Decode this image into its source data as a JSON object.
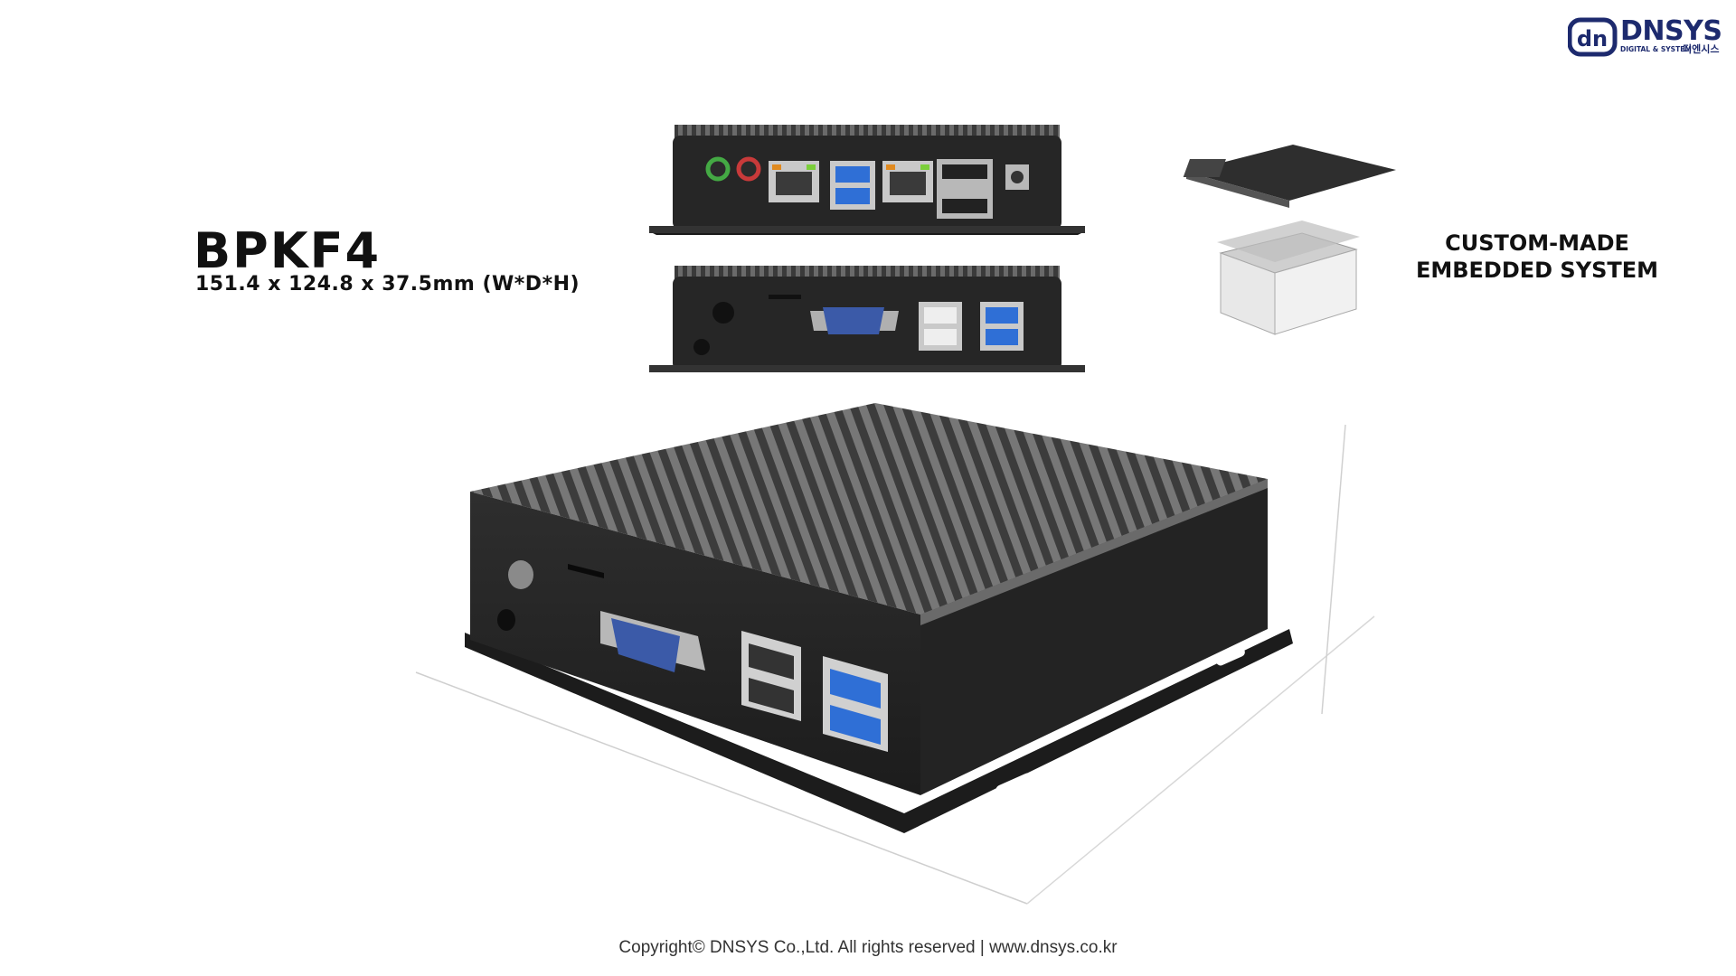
{
  "logo": {
    "brand": "DNSYS",
    "tagline": "DIGITAL & SYSTEM",
    "korean": "디엔시스",
    "mark_text": "dn",
    "brand_color": "#1d2a6e"
  },
  "product": {
    "model": "BPKF4",
    "dimensions": "151.4 x 124.8 x 37.5mm (W*D*H)"
  },
  "feature": {
    "line1": "CUSTOM-MADE",
    "line2": "EMBEDDED SYSTEM"
  },
  "footer": {
    "text": "Copyright©  DNSYS Co.,Ltd.  All rights reserved | www.dnsys.co.kr"
  },
  "colors": {
    "chassis": "#2a2a2a",
    "fins": "#5a5a5a",
    "usb3_blue": "#2f6fd6",
    "port_silver": "#c8c8c8"
  }
}
